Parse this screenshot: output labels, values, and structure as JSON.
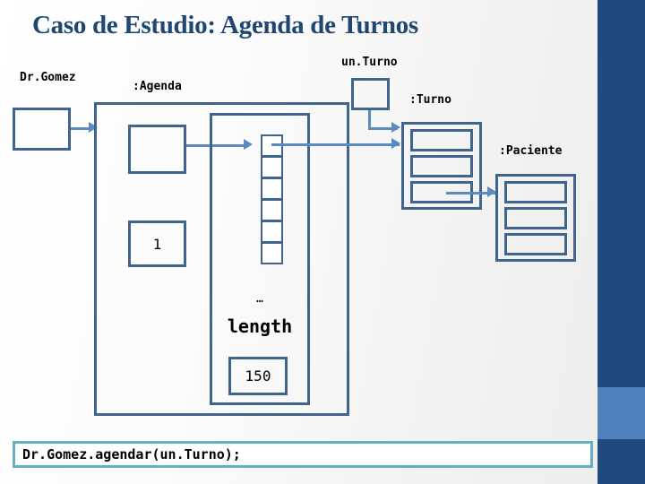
{
  "slide": {
    "title": "Caso de Estudio: Agenda de Turnos",
    "accent_dark": "#1f4a7d",
    "accent_light": "#4f81bd",
    "stroke": "#40648c",
    "connector": "#5b8ac0",
    "title_color": "#1f4771"
  },
  "objects": {
    "caller": {
      "label": "Dr.Gomez",
      "value": ""
    },
    "agenda": {
      "label": ":Agenda",
      "ref_value": "",
      "counter_value": "1"
    },
    "array": {
      "cells": [
        "",
        "",
        "",
        "",
        "",
        ""
      ],
      "ellipsis": "…",
      "length_label": "length",
      "length_value": "150"
    },
    "un_turno": {
      "label": "un.Turno",
      "value": ""
    },
    "turno": {
      "label": ":Turno",
      "fields": [
        "",
        "",
        ""
      ]
    },
    "paciente": {
      "label": ":Paciente",
      "fields": [
        "",
        "",
        ""
      ]
    }
  },
  "code": {
    "statement": "Dr.Gomez.agendar(un.Turno);"
  }
}
